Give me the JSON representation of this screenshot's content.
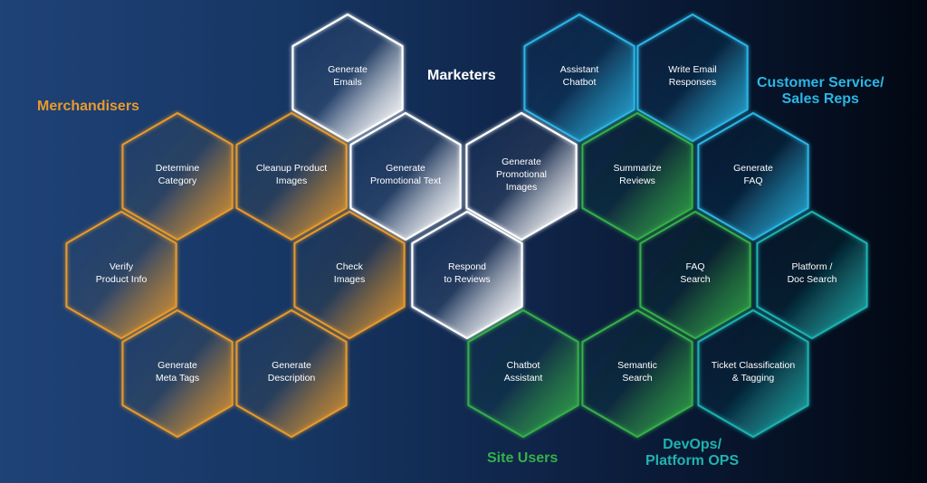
{
  "groups": {
    "merchandisers": {
      "title": "Merchandisers",
      "color": "#e89a2c"
    },
    "marketers": {
      "title": "Marketers",
      "color": "#ffffff"
    },
    "customer_service": {
      "title_line1": "Customer Service/",
      "title_line2": "Sales Reps",
      "color": "#2ab7e6"
    },
    "site_users": {
      "title": "Site Users",
      "color": "#35b04a"
    },
    "devops": {
      "title_line1": "DevOps/",
      "title_line2": "Platform OPS",
      "color": "#1fb3b0"
    }
  },
  "hexagons": [
    {
      "id": "generate-emails",
      "label": "Generate\nEmails",
      "group": "marketers"
    },
    {
      "id": "assistant-chatbot",
      "label": "Assistant\nChatbot",
      "group": "customer_service"
    },
    {
      "id": "write-email-responses",
      "label": "Write Email\nResponses",
      "group": "customer_service"
    },
    {
      "id": "determine-category",
      "label": "Determine\nCategory",
      "group": "merchandisers"
    },
    {
      "id": "cleanup-product-images",
      "label": "Cleanup Product\nImages",
      "group": "merchandisers"
    },
    {
      "id": "generate-promotional-text",
      "label": "Generate\nPromotional Text",
      "group": "marketers"
    },
    {
      "id": "generate-promotional-images",
      "label": "Generate\nPromotional\nImages",
      "group": "marketers"
    },
    {
      "id": "summarize-reviews",
      "label": "Summarize\nReviews",
      "group": "site_users"
    },
    {
      "id": "generate-faq",
      "label": "Generate\nFAQ",
      "group": "customer_service"
    },
    {
      "id": "verify-product-info",
      "label": "Verify\nProduct Info",
      "group": "merchandisers"
    },
    {
      "id": "check-images",
      "label": "Check\nImages",
      "group": "merchandisers"
    },
    {
      "id": "respond-to-reviews",
      "label": "Respond\nto Reviews",
      "group": "marketers"
    },
    {
      "id": "faq-search",
      "label": "FAQ\nSearch",
      "group": "site_users"
    },
    {
      "id": "platform-doc-search",
      "label": "Platform /\nDoc Search",
      "group": "devops"
    },
    {
      "id": "generate-meta-tags",
      "label": "Generate\nMeta Tags",
      "group": "merchandisers"
    },
    {
      "id": "generate-description",
      "label": "Generate\nDescription",
      "group": "merchandisers"
    },
    {
      "id": "chatbot-assistant",
      "label": "Chatbot\nAssistant",
      "group": "site_users"
    },
    {
      "id": "semantic-search",
      "label": "Semantic\nSearch",
      "group": "site_users"
    },
    {
      "id": "ticket-classification-tagging",
      "label": "Ticket Classification\n& Tagging",
      "group": "devops"
    }
  ]
}
